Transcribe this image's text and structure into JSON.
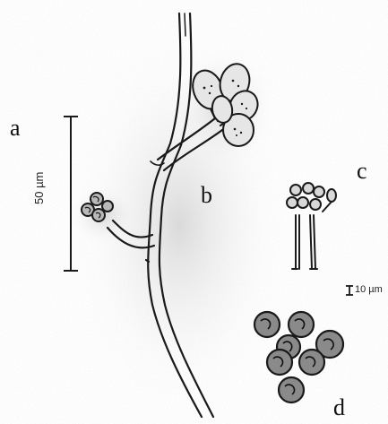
{
  "labels": {
    "a": "a",
    "b": "b",
    "c": "c",
    "d": "d"
  },
  "scale_bars": {
    "large": "50 µm",
    "small": "10 µm"
  },
  "colors": {
    "ink": "#1a1a1a",
    "stipple": "#cfcfcf",
    "cell_fill": "#e6e6e6"
  }
}
